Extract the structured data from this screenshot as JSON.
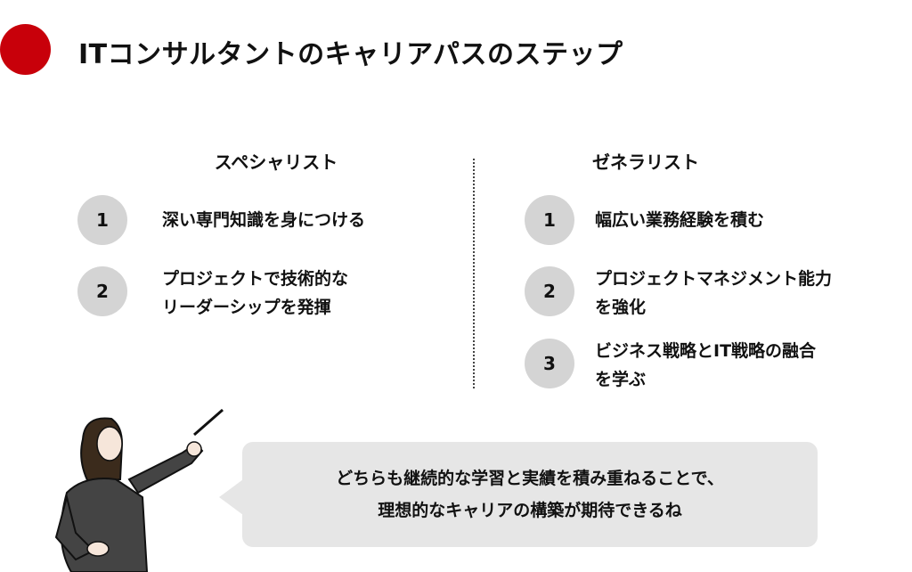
{
  "header": {
    "title": "ITコンサルタントのキャリアパスのステップ",
    "accent_color": "#c8000a"
  },
  "specialist": {
    "heading": "スペシャリスト",
    "steps": [
      {
        "num": "1",
        "lines": [
          "深い専門知識を身につける"
        ]
      },
      {
        "num": "2",
        "lines": [
          "プロジェクトで技術的な",
          "リーダーシップを発揮"
        ]
      }
    ]
  },
  "generalist": {
    "heading": "ゼネラリスト",
    "steps": [
      {
        "num": "1",
        "lines": [
          "幅広い業務経験を積む"
        ]
      },
      {
        "num": "2",
        "lines": [
          "プロジェクトマネジメント能力",
          "を強化"
        ]
      },
      {
        "num": "3",
        "lines": [
          "ビジネス戦略とIT戦略の融合",
          "を学ぶ"
        ]
      }
    ]
  },
  "bubble": {
    "lines": [
      "どちらも継続的な学習と実績を積み重ねることで、",
      "理想的なキャリアの構築が期待できるね"
    ]
  }
}
